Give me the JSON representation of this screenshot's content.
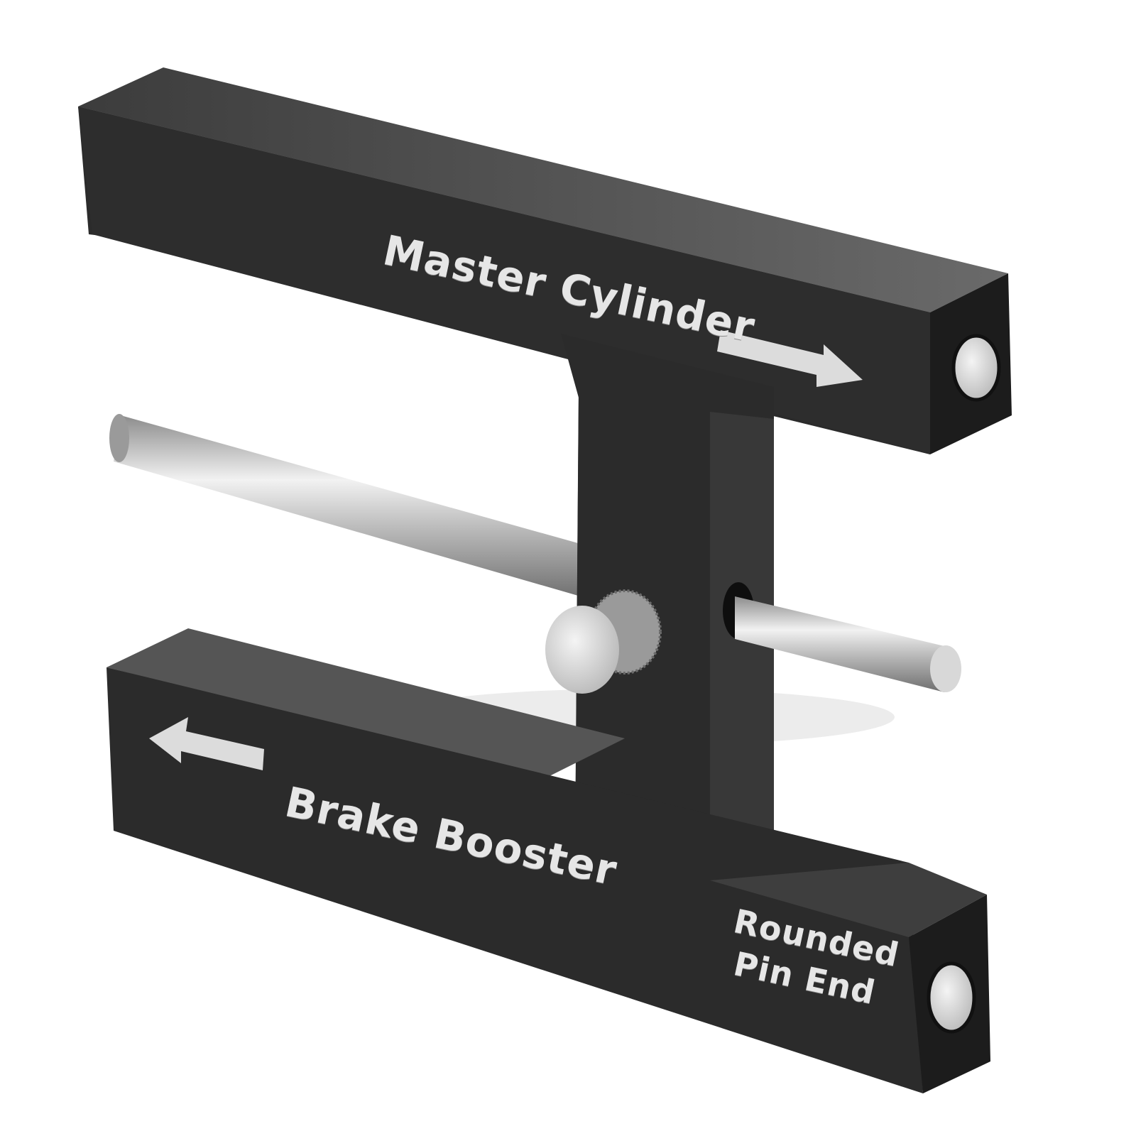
{
  "image": {
    "subject": "brake booster pushrod gauge tool",
    "background_color": "#ffffff",
    "body_color": "#2b2b2b",
    "top_face_color": "#5e5e5e",
    "metal_color": "#c8c8c8"
  },
  "labels": {
    "top_bar": "Master Cylinder",
    "bottom_bar": "Brake Booster",
    "end_line1": "Rounded",
    "end_line2": "Pin End"
  },
  "icons": {
    "top_arrow": "arrow-right-icon",
    "bottom_arrow": "arrow-left-icon"
  }
}
